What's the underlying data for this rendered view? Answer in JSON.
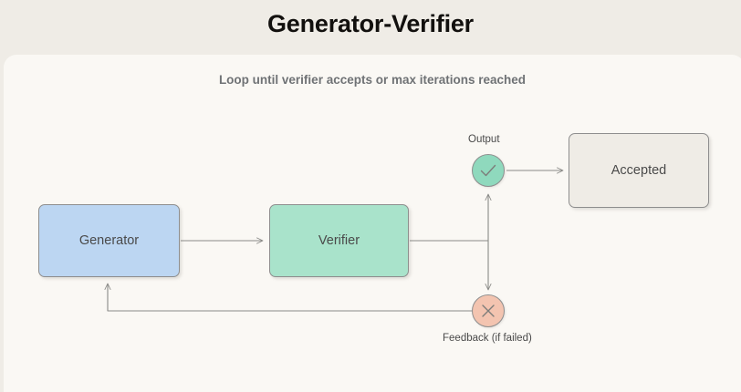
{
  "header": {
    "title": "Generator-Verifier"
  },
  "canvas": {
    "caption": "Loop until verifier accepts or max iterations reached",
    "nodes": [
      {
        "id": "generator",
        "label": "Generator",
        "color": "#bcd6f2"
      },
      {
        "id": "verifier",
        "label": "Verifier",
        "color": "#a9e3cb"
      },
      {
        "id": "accepted",
        "label": "Accepted",
        "color": "#efece6"
      }
    ],
    "markers": [
      {
        "id": "output",
        "icon": "check-icon",
        "label": "Output",
        "color": "#8fd9bd"
      },
      {
        "id": "feedback",
        "icon": "cross-icon",
        "label": "Feedback (if failed)",
        "color": "#f3c4b0"
      }
    ],
    "edge_color": "#8a8a87",
    "panel_color": "#faf8f4",
    "background_color": "#efece6"
  }
}
